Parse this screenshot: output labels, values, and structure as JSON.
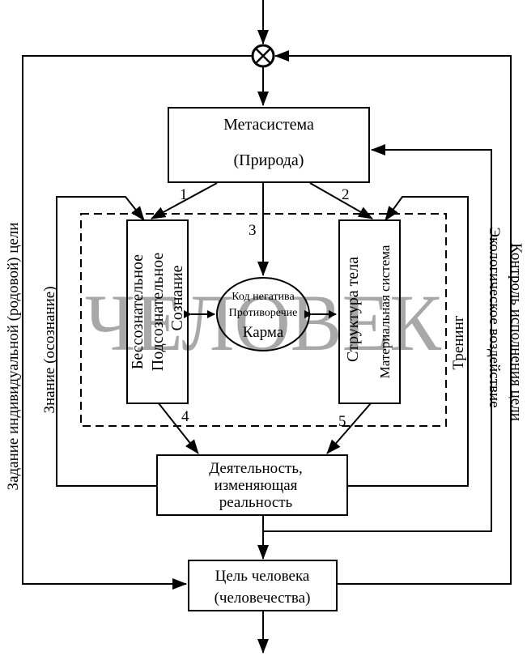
{
  "watermark": "ЧЕЛОВЕК",
  "metasystem": {
    "line1": "Метасистема",
    "line2": "(Природа)"
  },
  "unconscious": {
    "line1": "Бессознательное",
    "line2": "Подсознательное",
    "line3": "Сознание"
  },
  "body": {
    "line1": "Структура тела",
    "line2": "Материальная система"
  },
  "karma": {
    "line1": "Код негатива",
    "line2": "Противоречие",
    "line3": "Карма"
  },
  "activity": {
    "line1": "Деятельность,",
    "line2": "изменяющая",
    "line3": "реальность"
  },
  "goal": {
    "line1": "Цель человека",
    "line2": "(человечества)"
  },
  "labels": {
    "n1": "1",
    "n2": "2",
    "n3": "3",
    "n4": "4",
    "n5": "5",
    "knowledge": "Знание (осознание)",
    "task": "Задание индивидуальной (родовой) цели",
    "training": "Тренинг",
    "ecology": "Экологическое воздействие",
    "control": "Контроль исполнения цели"
  },
  "colors": {
    "watermark": "#a8a8a8",
    "ink": "#000000"
  }
}
